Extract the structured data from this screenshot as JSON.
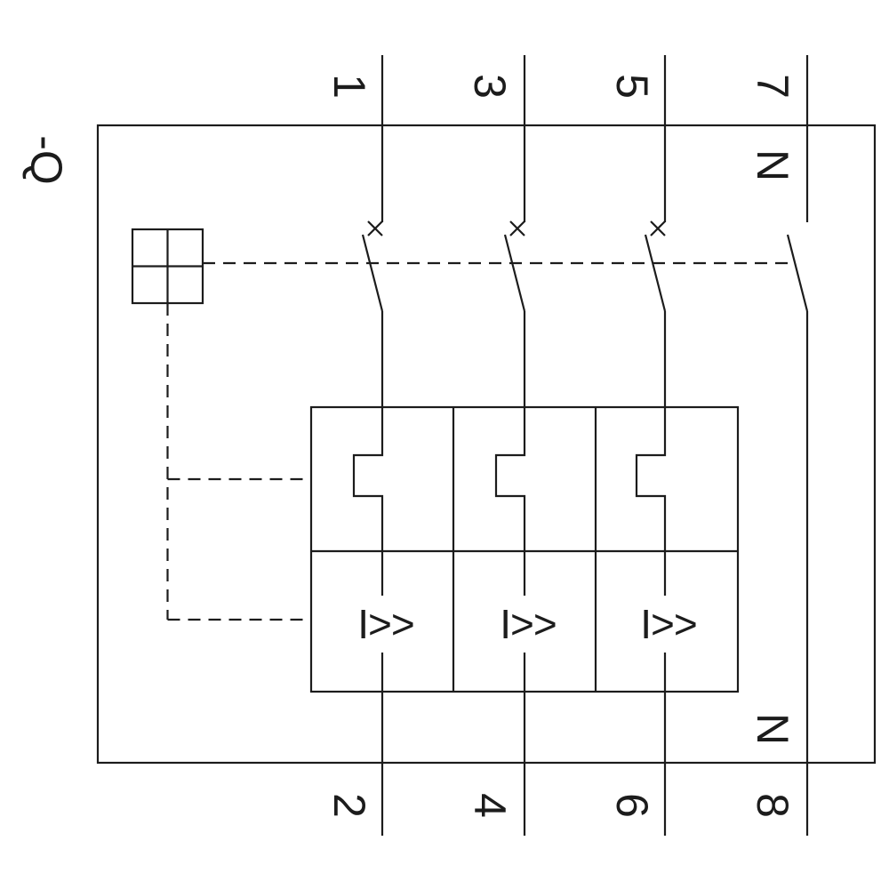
{
  "device": {
    "label": "-Q"
  },
  "terminals": {
    "top": [
      "1",
      "3",
      "5",
      "7"
    ],
    "bottom": [
      "2",
      "4",
      "6",
      "8"
    ],
    "neutral_top": "N",
    "neutral_bottom": "N"
  },
  "trip_units": {
    "labels": [
      "I>>",
      "I>>",
      "I>>"
    ]
  },
  "colors": {
    "line": "#1c1c1c",
    "background": "#ffffff"
  }
}
